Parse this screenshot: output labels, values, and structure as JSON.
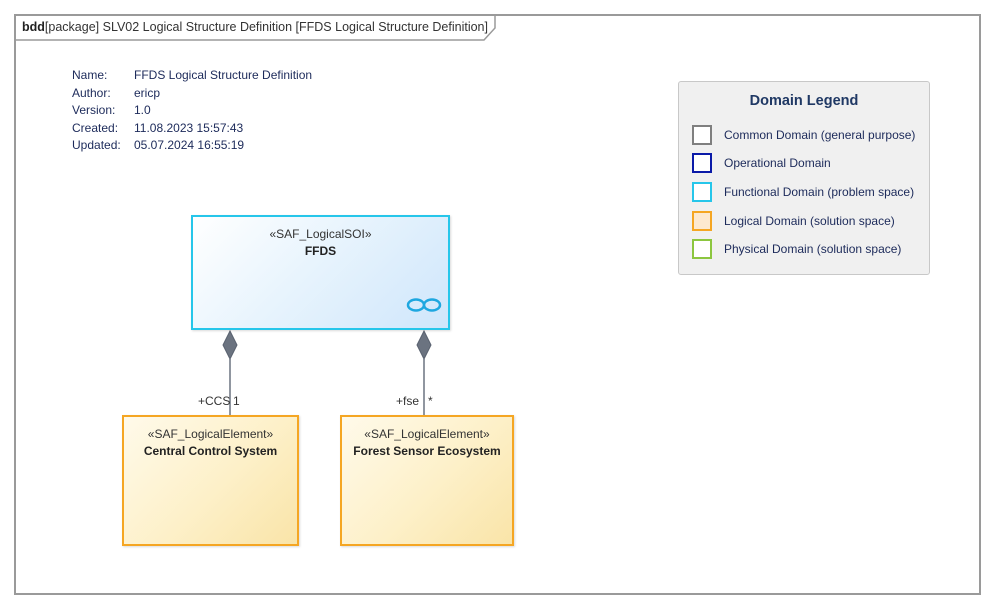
{
  "frame": {
    "kind": "bdd",
    "title": "[package] SLV02 Logical Structure Definition [FFDS Logical Structure Definition]"
  },
  "notes": [
    {
      "key": "Name:",
      "value": "FFDS Logical Structure Definition"
    },
    {
      "key": "Author:",
      "value": "ericp"
    },
    {
      "key": "Version:",
      "value": "1.0"
    },
    {
      "key": "Created:",
      "value": "11.08.2023 15:57:43"
    },
    {
      "key": "Updated:",
      "value": "05.07.2024 16:55:19"
    }
  ],
  "legend": {
    "title": "Domain Legend",
    "items": [
      {
        "label": "Common Domain (general purpose)",
        "border": "#7f7f7f",
        "fill": "#ffffff"
      },
      {
        "label": "Operational Domain",
        "border": "#0a1aa8",
        "fill": "#ffffff"
      },
      {
        "label": "Functional Domain (problem space)",
        "border": "#26c6ea",
        "fill": "#ffffff"
      },
      {
        "label": "Logical Domain (solution space)",
        "border": "#f5a623",
        "fill": "#fde9d0"
      },
      {
        "label": "Physical Domain (solution space)",
        "border": "#8cc63f",
        "fill": "#ffffff"
      }
    ]
  },
  "blocks": {
    "soi": {
      "stereotype": "«SAF_LogicalSOI»",
      "name": "FFDS",
      "icon": "infinity-icon"
    },
    "ccs": {
      "stereotype": "«SAF_LogicalElement»",
      "name": "Central Control System"
    },
    "fse": {
      "stereotype": "«SAF_LogicalElement»",
      "name": "Forest Sensor Ecosystem"
    }
  },
  "associations": [
    {
      "role": "+CCS",
      "multiplicity": "1"
    },
    {
      "role": "+fse",
      "multiplicity": "*"
    }
  ],
  "colors": {
    "frame_border": "#9a9a9a",
    "connector": "#6b7380",
    "text_navy": "#1c2a5a"
  }
}
